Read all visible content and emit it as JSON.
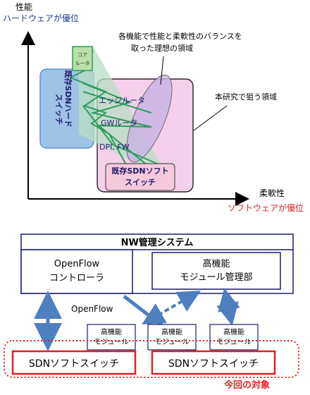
{
  "top_chart": {
    "y_axis_label": "性能",
    "y_axis_sublabel": "ハードウェアが優位",
    "x_axis_label": "柔軟性",
    "x_axis_sublabel": "ソフトウェアが優位",
    "core_router": [
      "コア",
      "ルータ"
    ],
    "hw_switch": [
      "既存SDNハード",
      "スイッチ"
    ],
    "sw_switch": [
      "既存SDNソフト",
      "スイッチ"
    ],
    "edge_router": "エッジルータ",
    "gw_router": "GWルータ",
    "dpi_fw": "DPI, FW",
    "callout_ideal": [
      "各機能で性能と柔軟性のバランスを",
      "取った理想の領域"
    ],
    "callout_target": "本研究で狙う領域",
    "colors": {
      "green": "#4aae6a",
      "hw_blue": "#9dc3e6",
      "pink": "#f2cbe5",
      "purple_oval": "#c9b6e4"
    }
  },
  "bottom_diagram": {
    "nw_system": "NW管理システム",
    "openflow_controller": [
      "OpenFlow",
      "コントローラ"
    ],
    "hp_module_mgmt": [
      "高機能",
      "モジュール管理部"
    ],
    "openflow_label": "OpenFlow",
    "hp_module": [
      "高機能",
      "モジュール"
    ],
    "sdn_switch": "SDNソフトスイッチ",
    "target_label": "今回の対象",
    "colors": {
      "arrow_blue": "#4f7fbf",
      "red": "#e02020"
    }
  }
}
